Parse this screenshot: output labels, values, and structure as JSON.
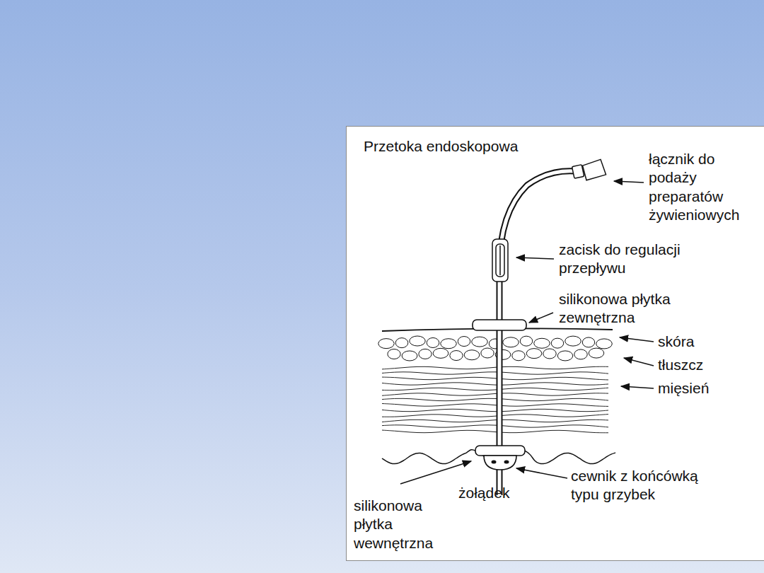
{
  "diagram": {
    "title": "Przetoka endoskopowa",
    "labels": [
      "łącznik do podaży preparatów żywieniowych",
      "zacisk do regulacji przepływu",
      "silikonowa płytka zewnętrzna",
      "skóra",
      "tłuszcz",
      "mięsień",
      "cewnik z końcówką typu grzybek",
      "żołądek",
      "silikonowa płytka wewnętrzna"
    ]
  }
}
